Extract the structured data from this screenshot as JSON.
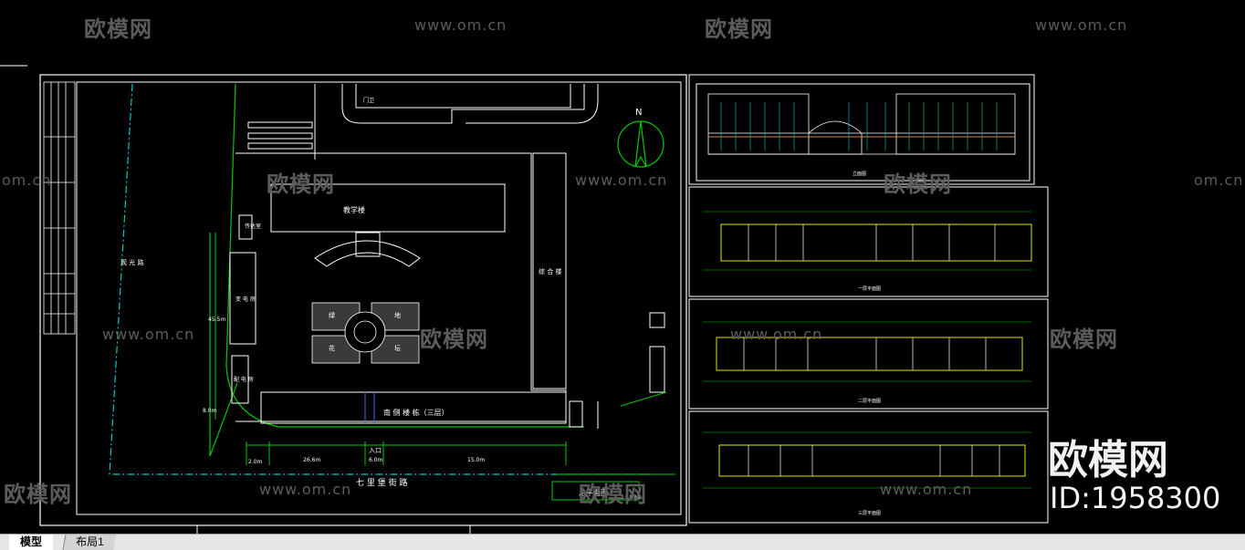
{
  "tabs": {
    "model": "模型",
    "layout1": "布局1"
  },
  "watermark": {
    "brand": "欧模网",
    "url": "www.om.cn",
    "url_cut": "om.cn",
    "big_brand": "欧模网",
    "id_text": "ID:1958300"
  },
  "site_plan": {
    "north": "N",
    "title": "总平面图",
    "scale": "1:1000",
    "street": "七 里 堡 街 路",
    "entrance": "入口",
    "building_top": "教学楼",
    "building_bottom": "南 侧 楼 栋（三层）",
    "left_road": "观 光 路",
    "right_side": "综 合 楼",
    "small_1": "传达室",
    "small_2": "变 电 房",
    "small_3": "配 电 房",
    "small_4": "门卫",
    "dim_1": "2.0m",
    "dim_2": "26.6m",
    "dim_3": "6.0m",
    "dim_4": "15.0m",
    "dim_v1": "45.5m",
    "dim_v2": "8.0m",
    "garden_1": "绿",
    "garden_2": "地",
    "garden_3": "花",
    "garden_4": "坛"
  },
  "sheets": {
    "elevation": "立面图",
    "plan_1": "一层平面图",
    "plan_2": "二层平面图",
    "plan_3": "三层平面图"
  },
  "colors": {
    "line_white": "#ffffff",
    "line_green": "#00c800",
    "line_cyan": "#00c8c8",
    "line_yellow": "#e6e600",
    "line_blue": "#3c64ff",
    "tab_bg": "#e6e6e6"
  }
}
